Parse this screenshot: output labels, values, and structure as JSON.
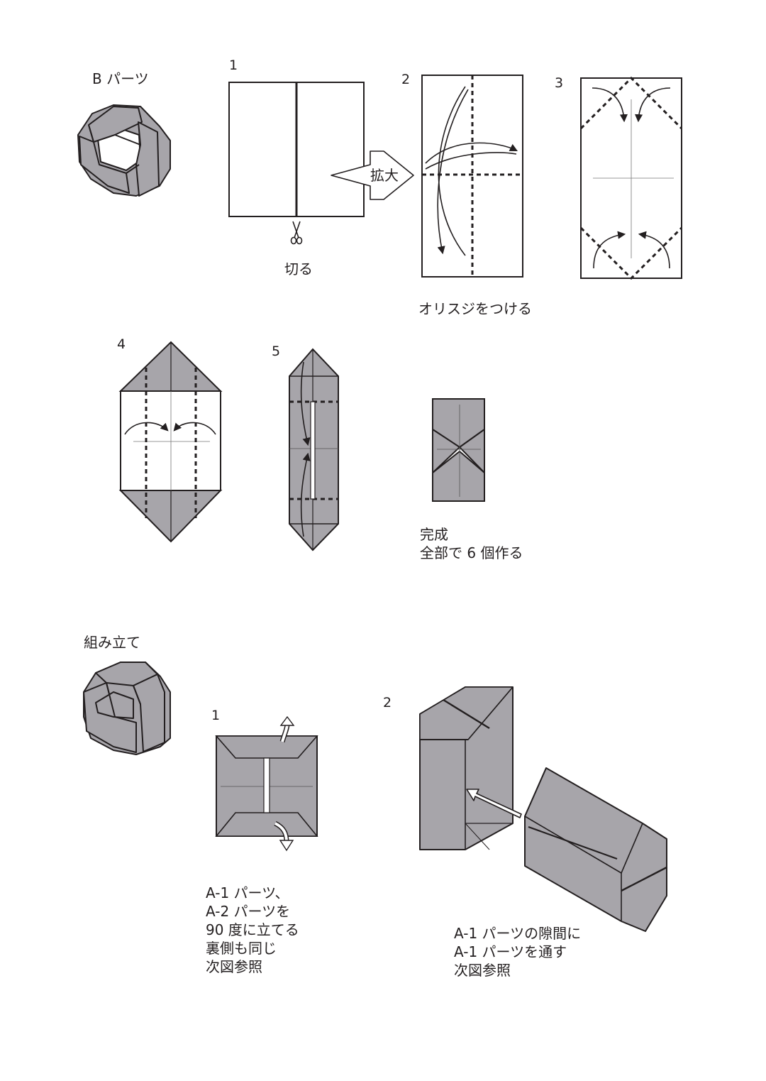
{
  "colors": {
    "paper_gray": "#a7a5aa",
    "line": "#231f20",
    "background": "#ffffff"
  },
  "section_b": {
    "title": "B パーツ",
    "steps": [
      {
        "number": "1",
        "caption": "切る",
        "icon": "scissors-icon"
      },
      {
        "number": "2",
        "zoom_label": "拡大"
      },
      {
        "number": "3"
      },
      {
        "number": "4"
      },
      {
        "number": "5"
      }
    ],
    "crease_caption": "オリスジをつける",
    "finish_lines": [
      "完成",
      "全部で 6 個作る"
    ]
  },
  "assembly": {
    "title": "組み立て",
    "steps": [
      {
        "number": "1",
        "lines": [
          "A-1 パーツ、",
          "A-2 パーツを",
          "90 度に立てる",
          "裏側も同じ",
          "次図参照"
        ]
      },
      {
        "number": "2",
        "lines": [
          "A-1 パーツの隙間に",
          "A-1 パーツを通す",
          "次図参照"
        ]
      }
    ]
  }
}
